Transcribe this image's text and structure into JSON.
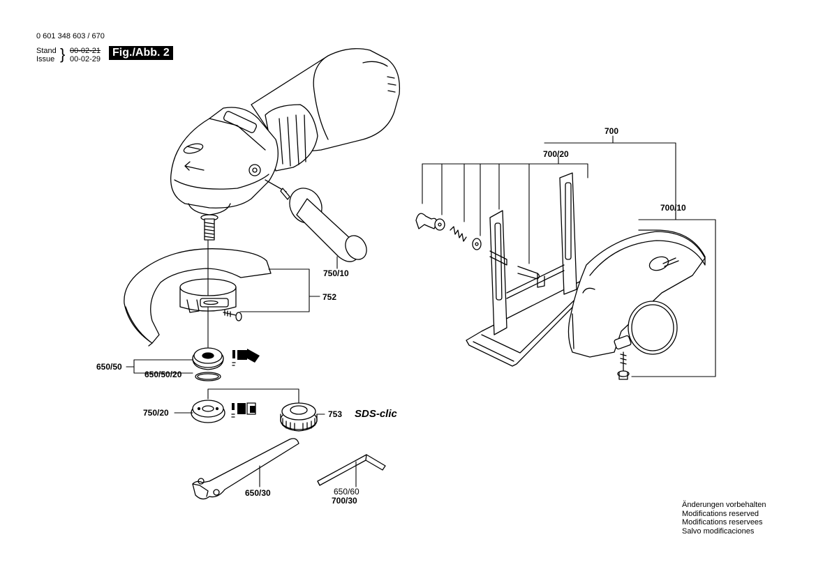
{
  "header": {
    "doc_number": "0 601 348 603 / 670",
    "stand_label": "Stand",
    "issue_label": "Issue",
    "stand_date": "00-02-21",
    "issue_date": "00-02-29",
    "figure_label": "Fig./Abb. 2"
  },
  "parts": {
    "p700": "700",
    "p700_20": "700/20",
    "p700_10": "700/10",
    "p750_10": "750/10",
    "p752": "752",
    "p650_50": "650/50",
    "p650_50_20": "650/50/20",
    "p750_20": "750/20",
    "p753": "753",
    "sds_clic": "SDS-clic",
    "p650_30": "650/30",
    "p650_60": "650/60",
    "p700_30": "700/30"
  },
  "notes": [
    "Änderungen vorbehalten",
    "Modifications reserved",
    "Modifications reservees",
    "Salvo modificaciones"
  ]
}
